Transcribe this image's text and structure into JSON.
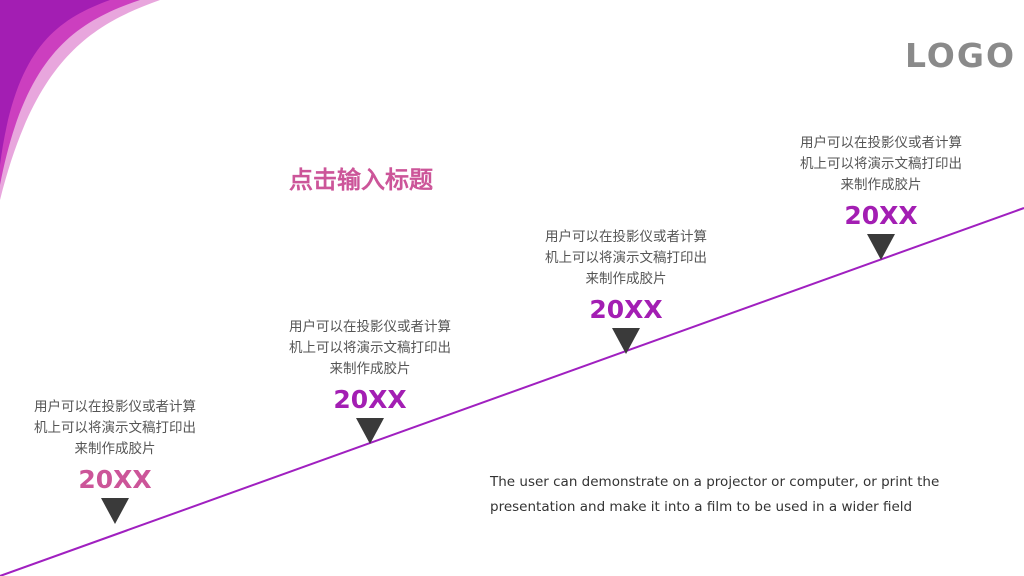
{
  "logo": {
    "text": "LOGO"
  },
  "title": "点击输入标题",
  "colors": {
    "accent_purple": "#a31eb3",
    "accent_pink": "#cc5599",
    "marker": "#3a3a3a",
    "line": "#a020c0"
  },
  "milestones": [
    {
      "desc_line1": "用户可以在投影仪或者计算",
      "desc_line2": "机上可以将演示文稿打印出",
      "desc_line3": "来制作成胶片",
      "year": "20XX"
    },
    {
      "desc_line1": "用户可以在投影仪或者计算",
      "desc_line2": "机上可以将演示文稿打印出",
      "desc_line3": "来制作成胶片",
      "year": "20XX"
    },
    {
      "desc_line1": "用户可以在投影仪或者计算",
      "desc_line2": "机上可以将演示文稿打印出",
      "desc_line3": "来制作成胶片",
      "year": "20XX"
    },
    {
      "desc_line1": "用户可以在投影仪或者计算",
      "desc_line2": "机上可以将演示文稿打印出",
      "desc_line3": "来制作成胶片",
      "year": "20XX"
    }
  ],
  "note": {
    "line1": "The user can demonstrate on a projector or computer, or print the",
    "line2": "presentation and make it into a film to be used in a wider field"
  }
}
